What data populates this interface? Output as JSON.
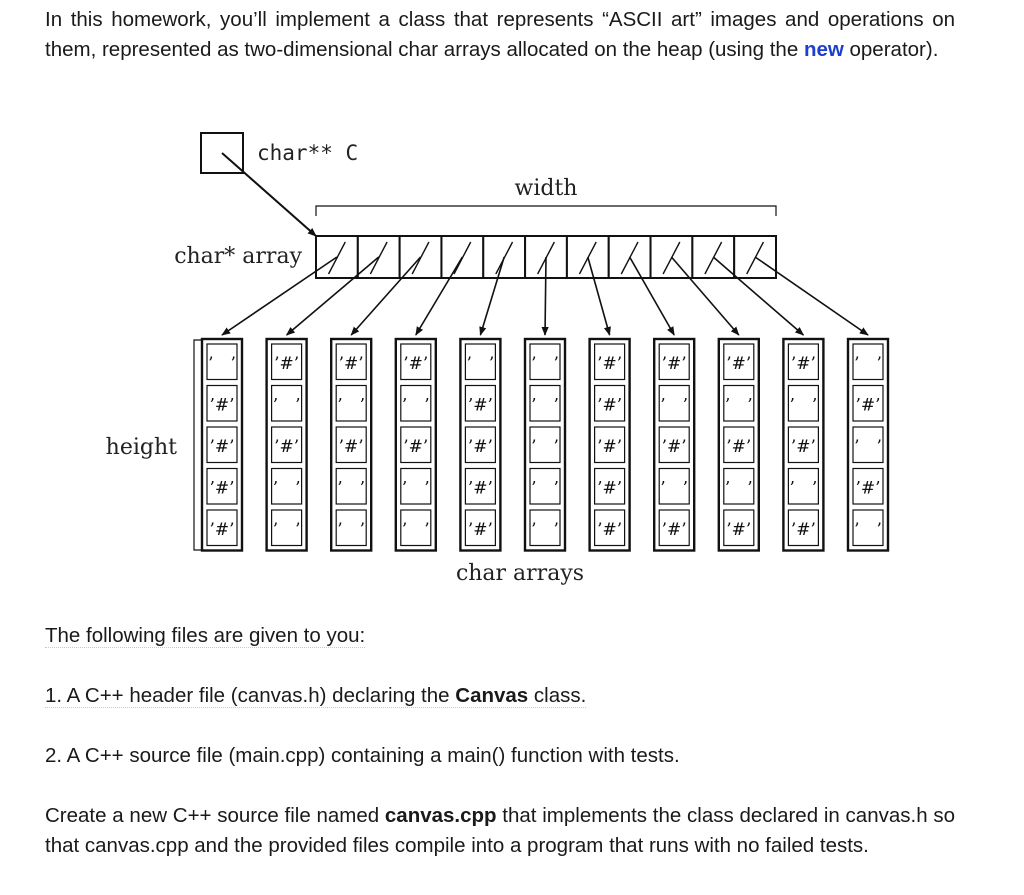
{
  "intro": {
    "part1": "In this homework, you’ll implement a class that represents “ASCII art” images and operations on them, represented as two-dimensional char arrays allocated on the heap (using the ",
    "keyword": "new",
    "part2": " operator)."
  },
  "diagram": {
    "pointer_label": "char** C",
    "width_label": "width",
    "array_label": "char* array",
    "height_label": "height",
    "bottom_label": "char arrays",
    "columns": [
      [
        " ",
        "#",
        "#",
        "#",
        "#"
      ],
      [
        "#",
        " ",
        "#",
        " ",
        " "
      ],
      [
        "#",
        " ",
        "#",
        " ",
        " "
      ],
      [
        "#",
        " ",
        "#",
        " ",
        " "
      ],
      [
        " ",
        "#",
        "#",
        "#",
        "#"
      ],
      [
        " ",
        " ",
        " ",
        " ",
        " "
      ],
      [
        "#",
        "#",
        "#",
        "#",
        "#"
      ],
      [
        "#",
        " ",
        "#",
        " ",
        "#"
      ],
      [
        "#",
        " ",
        "#",
        " ",
        "#"
      ],
      [
        "#",
        " ",
        "#",
        " ",
        "#"
      ],
      [
        " ",
        "#",
        " ",
        "#",
        " "
      ]
    ]
  },
  "files_heading": "The following files are given to you:",
  "item1": {
    "prefix": "1. A C++ header file (canvas.h) declaring the ",
    "bold": "Canvas",
    "suffix": " class."
  },
  "item2": {
    "text": "2. A C++ source file (main.cpp) containing a main() function with tests."
  },
  "final": {
    "part1": "Create a new C++ source file named ",
    "bold": "canvas.cpp",
    "part2": " that implements the class declared in canvas.h so that canvas.cpp and the provided files compile into a program that runs with no failed tests."
  }
}
